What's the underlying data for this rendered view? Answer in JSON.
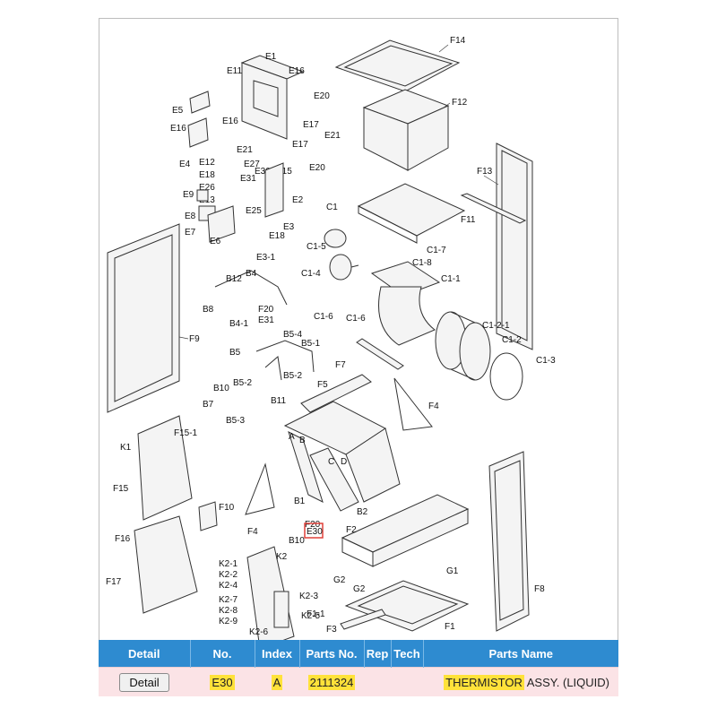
{
  "diagram": {
    "labels": {
      "E1": "E1",
      "E11": "E11",
      "E16": "E16",
      "E5": "E5",
      "E20": "E20",
      "E17": "E17",
      "E21": "E21",
      "E4": "E4",
      "E12": "E12",
      "E18": "E18",
      "E26": "E26",
      "E13": "E13",
      "E27": "E27",
      "E30": "E30",
      "E31": "E31",
      "E15": "E15",
      "E25": "E25",
      "E2": "E2",
      "E9": "E9",
      "E8": "E8",
      "E7": "E7",
      "E6": "E6",
      "E3": "E3",
      "E3_1": "E3-1",
      "F14": "F14",
      "F12": "F12",
      "F13": "F13",
      "F11": "F11",
      "F9": "F9",
      "F7": "F7",
      "F5": "F5",
      "F4": "F4",
      "F15_1": "F15-1",
      "F15": "F15",
      "F10": "F10",
      "F16": "F16",
      "F17": "F17",
      "F20": "F20",
      "F2": "F2",
      "F8": "F8",
      "F1": "F1",
      "F1_1": "F1-1",
      "F3": "F3",
      "C1": "C1",
      "C1_5": "C1-5",
      "C1_7": "C1-7",
      "C1_8": "C1-8",
      "C1_4": "C1-4",
      "C1_1": "C1-1",
      "C1_6": "C1-6",
      "C1_2_1": "C1-2-1",
      "C1_2": "C1-2",
      "C1_3": "C1-3",
      "B12": "B12",
      "B4": "B4",
      "B8": "B8",
      "B4_1": "B4-1",
      "B5_4": "B5-4",
      "B5_1": "B5-1",
      "B5": "B5",
      "B5_2": "B5-2",
      "B10": "B10",
      "B11": "B11",
      "B7": "B7",
      "B5_3": "B5-3",
      "B1": "B1",
      "B2": "B2",
      "K1": "K1",
      "K2": "K2",
      "K2_1": "K2-1",
      "K2_2": "K2-2",
      "K2_4": "K2-4",
      "K2_3": "K2-3",
      "K2_7": "K2-7",
      "K2_8": "K2-8",
      "K2_9": "K2-9",
      "K2_5": "K2-5",
      "K2_6": "K2-6",
      "G1": "G1",
      "G2": "G2",
      "A": "A",
      "B": "B",
      "C": "C",
      "D": "D"
    }
  },
  "table": {
    "headers": {
      "detail": "Detail",
      "no": "No.",
      "index": "Index",
      "parts_no": "Parts No.",
      "rep": "Rep",
      "tech": "Tech",
      "parts_name": "Parts Name"
    },
    "row": {
      "detail_button": "Detail",
      "no": "E30",
      "index": "A",
      "parts_no": "2111324",
      "name_highlight": "THERMISTOR",
      "name_rest": " ASSY. (LIQUID)"
    }
  },
  "colors": {
    "header_bg": "#2e8bd0",
    "row_bg": "#fbe3e6",
    "highlight": "#ffe23a",
    "selection_box": "#e0413a"
  }
}
